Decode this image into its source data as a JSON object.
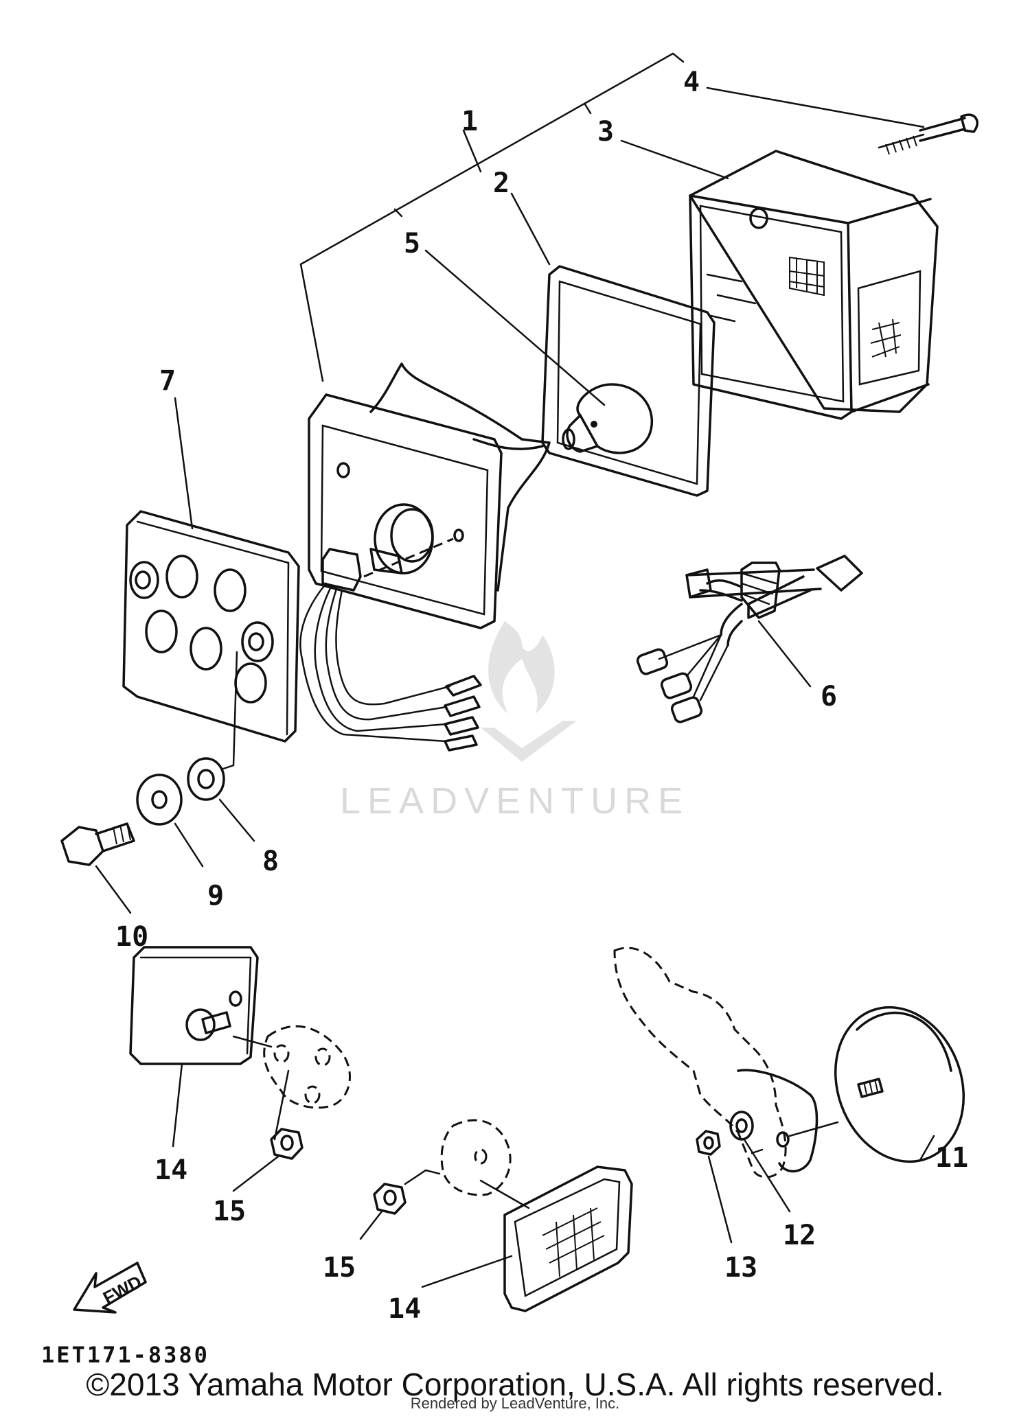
{
  "diagram": {
    "callouts": [
      {
        "id": "1",
        "label": "1"
      },
      {
        "id": "2",
        "label": "2"
      },
      {
        "id": "3",
        "label": "3"
      },
      {
        "id": "4",
        "label": "4"
      },
      {
        "id": "5",
        "label": "5"
      },
      {
        "id": "6",
        "label": "6"
      },
      {
        "id": "7",
        "label": "7"
      },
      {
        "id": "8",
        "label": "8"
      },
      {
        "id": "9",
        "label": "9"
      },
      {
        "id": "10",
        "label": "10"
      },
      {
        "id": "11",
        "label": "11"
      },
      {
        "id": "12",
        "label": "12"
      },
      {
        "id": "13",
        "label": "13"
      },
      {
        "id": "14a",
        "label": "14"
      },
      {
        "id": "15a",
        "label": "15"
      },
      {
        "id": "15b",
        "label": "15"
      },
      {
        "id": "14b",
        "label": "14"
      }
    ],
    "fwd_label": "FWD",
    "drawing_code": "1ET171-8380",
    "watermark": "LEADVENTURE"
  },
  "footer": {
    "copyright": "©2013 Yamaha Motor Corporation, U.S.A. All rights reserved.",
    "rendered_by": "Rendered by LeadVenture, Inc."
  }
}
